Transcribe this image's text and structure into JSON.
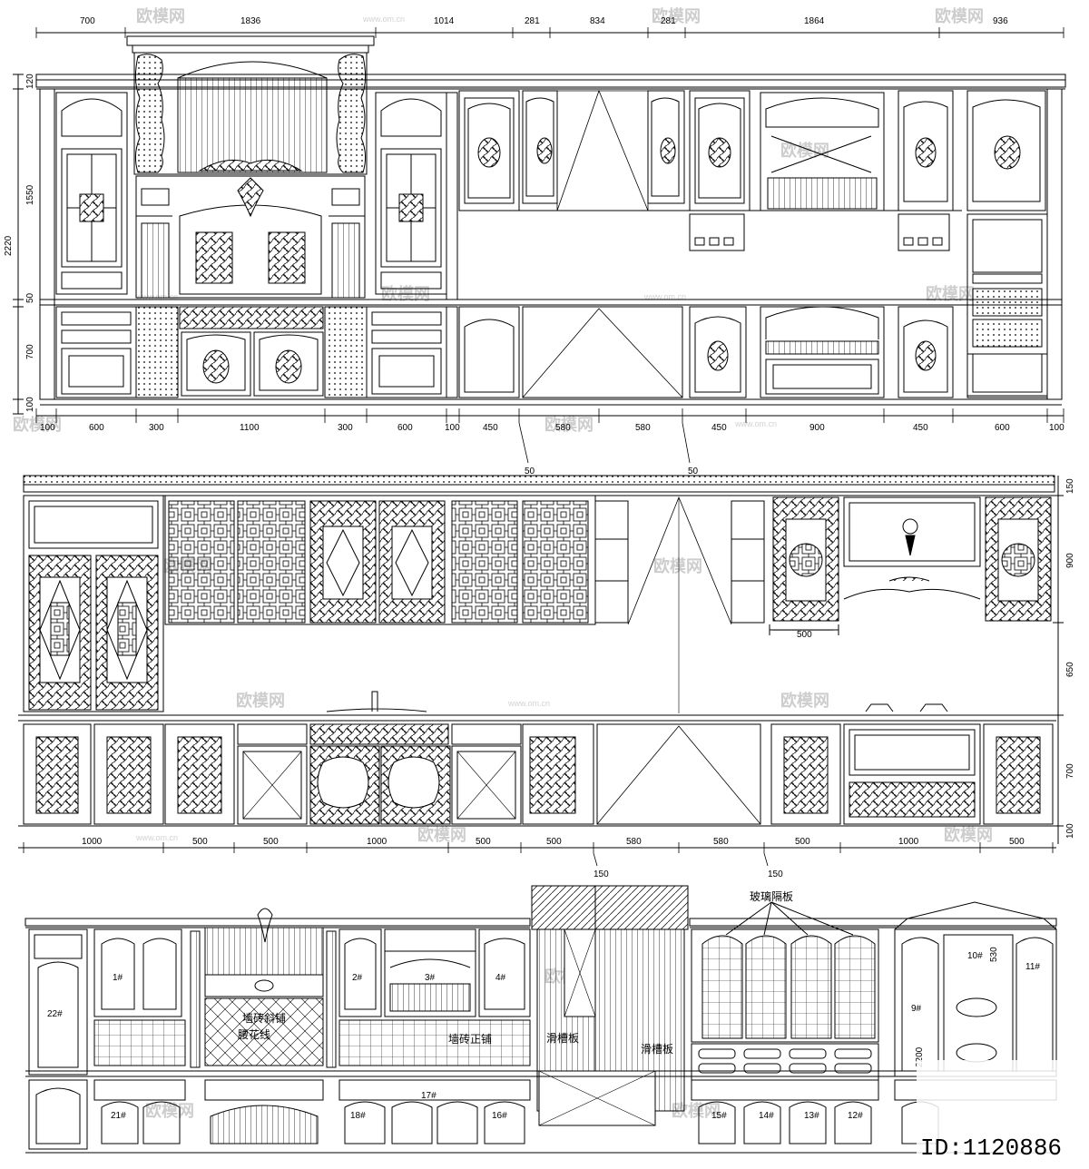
{
  "watermark": {
    "brand": "欧模网",
    "url": "www.om.cn"
  },
  "elevation1": {
    "top_dims": [
      "700",
      "1836",
      "1014",
      "281",
      "834",
      "281",
      "1864",
      "936"
    ],
    "bottom_dims": [
      "100",
      "600",
      "300",
      "1100",
      "300",
      "600",
      "100",
      "450",
      "580",
      "580",
      "450",
      "900",
      "450",
      "600",
      "100"
    ],
    "small_dims": [
      "50",
      "50"
    ],
    "side_dims": [
      "120",
      "1550",
      "2220",
      "50",
      "700",
      "100"
    ]
  },
  "elevation2": {
    "bottom_dims": [
      "1000",
      "500",
      "500",
      "1000",
      "500",
      "500",
      "580",
      "580",
      "500",
      "1000",
      "500"
    ],
    "small_dims": [
      "150",
      "150"
    ],
    "inner_dim": "500",
    "side_dims": [
      "150",
      "900",
      "650",
      "700",
      "100"
    ]
  },
  "elevation3": {
    "labels": {
      "tile_diagonal": "墙砖斜铺",
      "waist_line": "腰花线",
      "tile_straight": "墙砖正铺",
      "slide_panel_left": "滑槽板",
      "slide_panel_right": "滑槽板",
      "glass_shelf": "玻璃隔板"
    },
    "door_numbers": [
      "1#",
      "2#",
      "3#",
      "4#",
      "9#",
      "10#",
      "11#",
      "12#",
      "13#",
      "14#",
      "15#",
      "16#",
      "17#",
      "18#",
      "21#",
      "22#"
    ],
    "side_dims": [
      "530",
      "2200"
    ]
  },
  "corner_code": {
    "text": "ID:1120886"
  }
}
